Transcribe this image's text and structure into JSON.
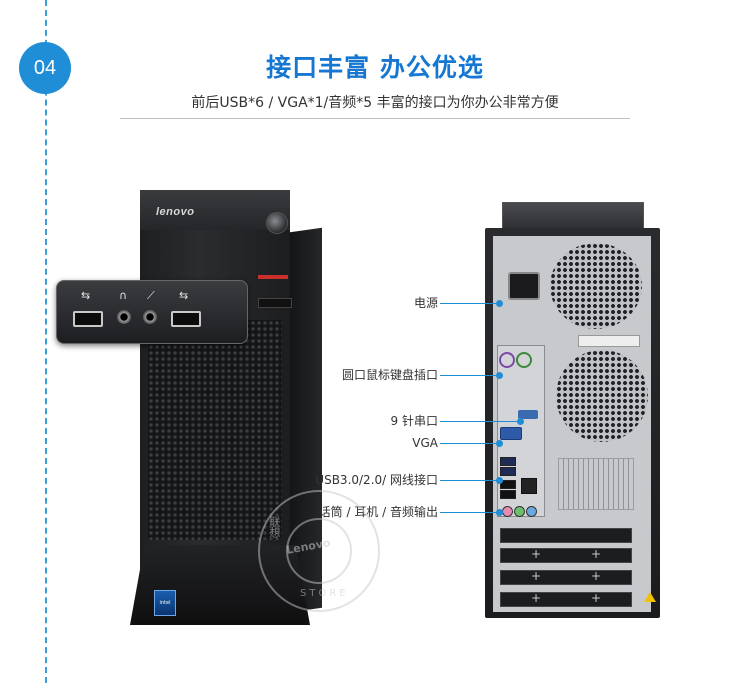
{
  "header": {
    "badge_number": "04",
    "title": "接口丰富 办公优选",
    "subtitle": "前后USB*6 / VGA*1/音频*5 丰富的接口为你办公非常方便"
  },
  "front": {
    "logo": "lenovo",
    "intel_badge": "intel"
  },
  "callouts": [
    {
      "label": "电源"
    },
    {
      "label": "圆口鼠标键盘插口"
    },
    {
      "label": "9 针串口"
    },
    {
      "label": "VGA"
    },
    {
      "label": "USB3.0/2.0/ 网线接口"
    },
    {
      "label": "话筒 / 耳机 / 音频输出"
    }
  ],
  "watermark": {
    "center": "Lenovo",
    "side": "联想",
    "bottom": "STORE"
  },
  "colors": {
    "accent": "#1f8ed6",
    "title_blue": "#1677d2",
    "divider": "#bfbfbf"
  }
}
